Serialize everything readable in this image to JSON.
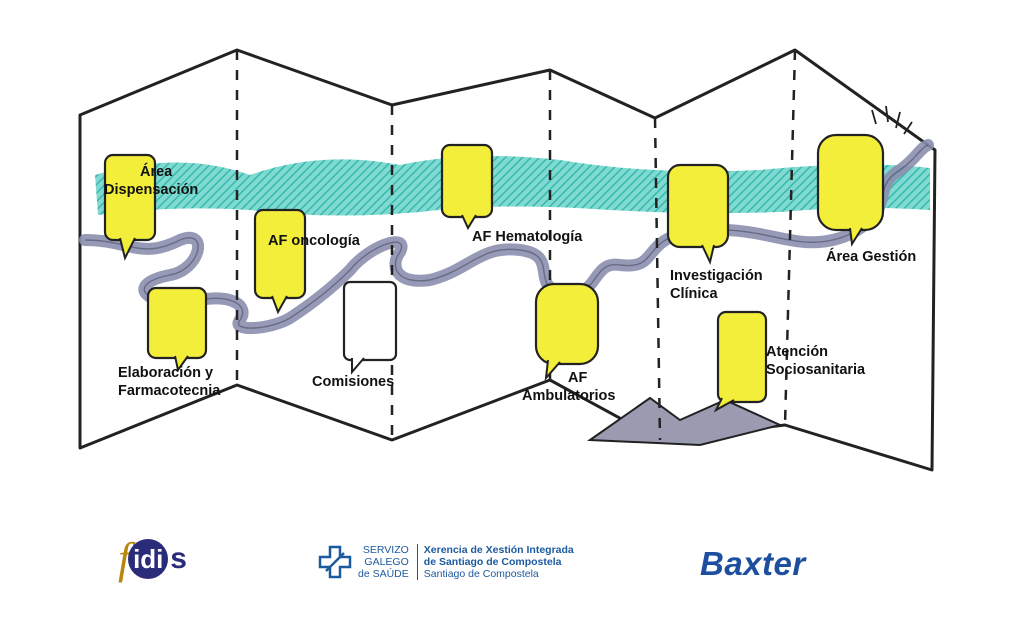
{
  "map": {
    "labels": {
      "area_dispensacion": [
        "Área",
        "Dispensación"
      ],
      "af_oncologia": "AF oncología",
      "af_hematologia": "AF Hematología",
      "investigacion_clinica": [
        "Investigación",
        "Clínica"
      ],
      "area_gestion": "Área Gestión",
      "elaboracion_farmacotecnia": [
        "Elaboración  y",
        "Farmacotecnia"
      ],
      "comisiones": "Comisiones",
      "af_ambulatorios": [
        "AF",
        "Ambulatorios"
      ],
      "atencion_sociosanitaria": [
        "Atención",
        "Sociosanitaria"
      ]
    },
    "colors": {
      "bubble": "#f2ee3a",
      "river": "#8c8fae",
      "sea": "#3cc3b8",
      "outline": "#222222",
      "mountain": "#9a9bb0"
    }
  },
  "logos": {
    "fidis": {
      "f": "f",
      "mid": "idi",
      "s": "s"
    },
    "sergas": {
      "name": [
        "SERVIZO",
        "GALEGO",
        "de SAÚDE"
      ],
      "xerencia": [
        "Xerencia de Xestión Integrada",
        "de Santiago de Compostela",
        "Santiago de Compostela"
      ]
    },
    "baxter": "Baxter"
  }
}
